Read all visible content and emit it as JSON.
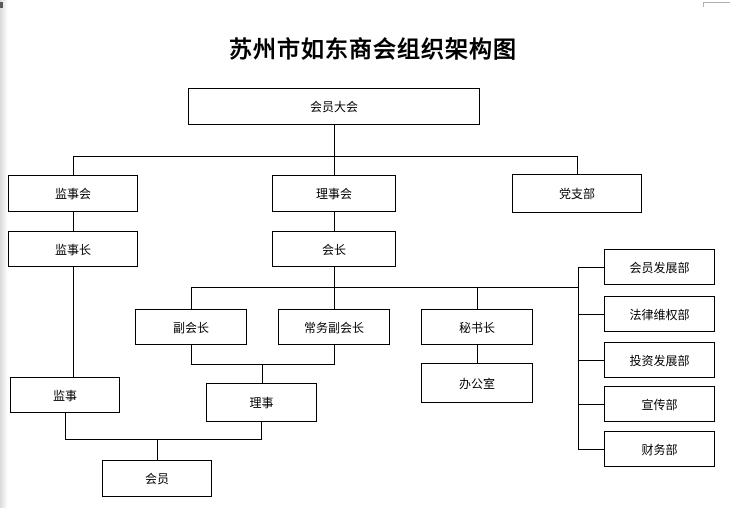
{
  "title": "苏州市如东商会组织架构图",
  "nodes": {
    "meeting": {
      "label": "会员大会"
    },
    "supervisory_board": {
      "label": "监事会"
    },
    "council": {
      "label": "理事会"
    },
    "party_branch": {
      "label": "党支部"
    },
    "chief_supervisor": {
      "label": "监事长"
    },
    "president": {
      "label": "会长"
    },
    "vice_president": {
      "label": "副会长"
    },
    "executive_vice_president": {
      "label": "常务副会长"
    },
    "secretary_general": {
      "label": "秘书长"
    },
    "office": {
      "label": "办公室"
    },
    "supervisor": {
      "label": "监事"
    },
    "director": {
      "label": "理事"
    },
    "member": {
      "label": "会员"
    },
    "dept_member_development": {
      "label": "会员发展部"
    },
    "dept_legal_rights": {
      "label": "法律维权部"
    },
    "dept_investment_development": {
      "label": "投资发展部"
    },
    "dept_publicity": {
      "label": "宣传部"
    },
    "dept_finance": {
      "label": "财务部"
    }
  },
  "colors": {
    "line": "#000000",
    "background": "#ffffff"
  }
}
